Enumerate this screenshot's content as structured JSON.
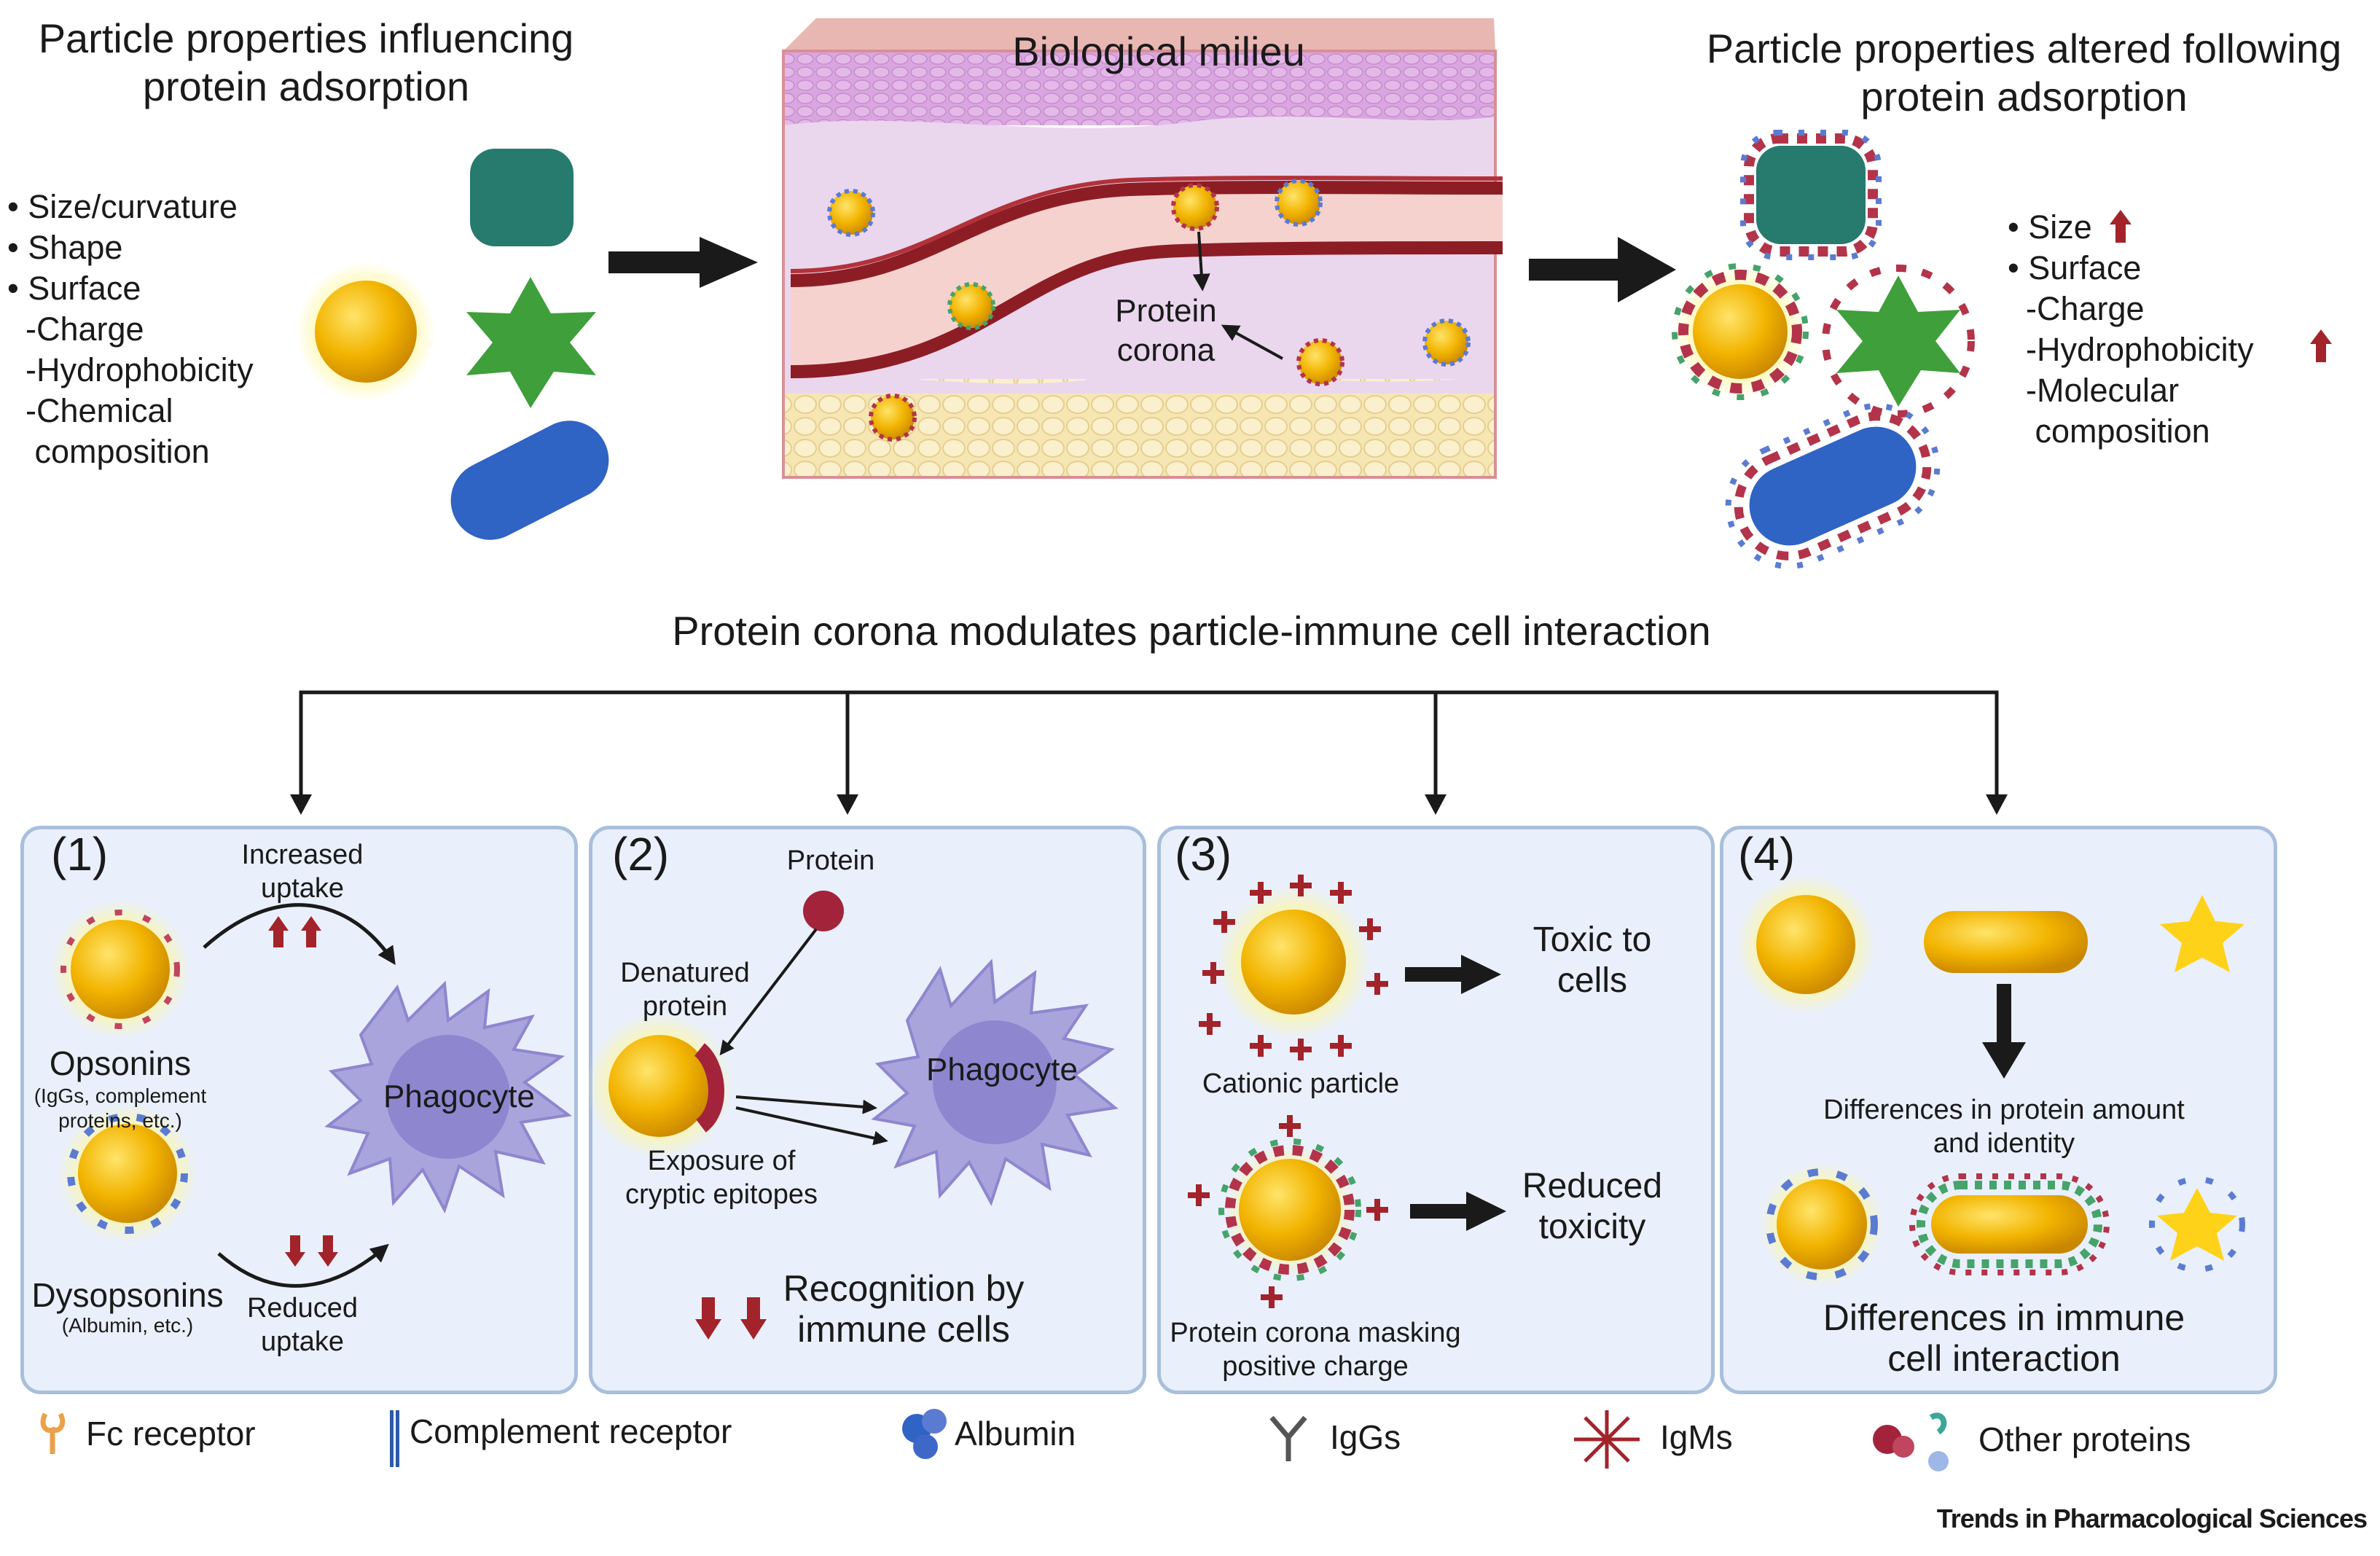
{
  "top": {
    "left_title": "Particle properties influencing\nprotein adsorption",
    "left_bullets": [
      "• Size/curvature",
      "• Shape",
      "• Surface",
      "  -Charge",
      "  -Hydrophobicity",
      "  -Chemical",
      "   composition"
    ],
    "center_title": "Biological milieu",
    "protein_corona_label": "Protein\ncorona",
    "right_title": "Particle properties altered following\nprotein adsorption",
    "right_bullets": [
      "• Size",
      "• Surface",
      "  -Charge",
      "  -Hydrophobicity",
      "  -Molecular",
      "   composition"
    ]
  },
  "section_title": "Protein corona modulates particle-immune cell interaction",
  "panel1": {
    "number": "(1)",
    "increased_uptake": "Increased\nuptake",
    "opsonins": "Opsonins",
    "opsonins_sub": "(IgGs, complement\nproteins, etc.)",
    "dysopsonins": "Dysopsonins",
    "dysopsonins_sub": "(Albumin, etc.)",
    "reduced_uptake": "Reduced\nuptake",
    "phagocyte": "Phagocyte"
  },
  "panel2": {
    "number": "(2)",
    "protein": "Protein",
    "denatured": "Denatured\nprotein",
    "phagocyte": "Phagocyte",
    "exposure": "Exposure of\ncryptic epitopes",
    "recognition": "Recognition by\nimmune cells"
  },
  "panel3": {
    "number": "(3)",
    "toxic": "Toxic to\ncells",
    "cationic": "Cationic particle",
    "reduced_toxicity": "Reduced\ntoxicity",
    "masking": "Protein corona masking\npositive charge"
  },
  "panel4": {
    "number": "(4)",
    "differences_protein": "Differences in protein amount\nand identity",
    "differences_immune": "Differences in immune\ncell interaction"
  },
  "legend": {
    "fc_receptor": "Fc receptor",
    "complement_receptor": "Complement receptor",
    "albumin": "Albumin",
    "iggs": "IgGs",
    "igms": "IgMs",
    "other_proteins": "Other proteins"
  },
  "journal": "Trends in Pharmacological Sciences",
  "colors": {
    "panel_bg": "#e9f0fb",
    "panel_border": "#a8bfdc",
    "gold": "#f2b400",
    "teal": "#267a6e",
    "green": "#3f9f3a",
    "blue": "#2f63c4",
    "arrow_red": "#a3232b",
    "phagocyte": "#a9a3dc"
  }
}
